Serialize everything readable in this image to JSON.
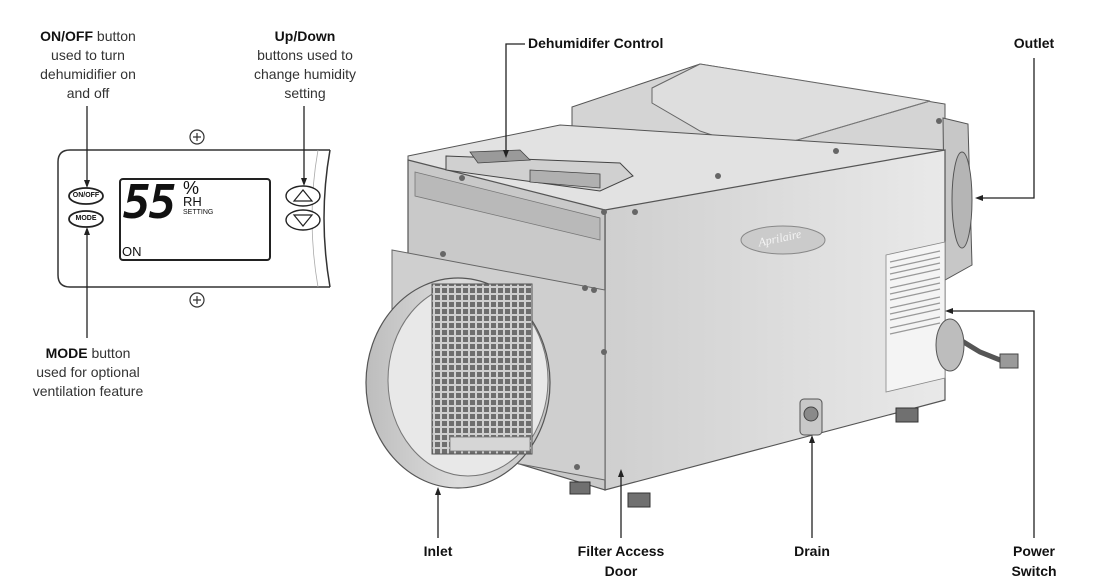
{
  "panel": {
    "onoff_callout": {
      "bold": "ON/OFF",
      "rest_line1": " button",
      "line2": "used to turn",
      "line3": "dehumidifier on",
      "line4": "and off"
    },
    "updown_callout": {
      "bold": "Up/Down",
      "line2": "buttons used to",
      "line3": "change humidity",
      "line4": "setting"
    },
    "mode_callout": {
      "bold": "MODE",
      "rest_line1": " button",
      "line2": "used for optional",
      "line3": "ventilation feature"
    },
    "onoff_button_text": "ON/OFF",
    "mode_button_text": "MODE",
    "display": {
      "value": "55",
      "percent": "%",
      "unit": "RH",
      "setting": "SETTING",
      "status": "ON"
    }
  },
  "unit": {
    "brand_logo": "Aprilaire",
    "labels": {
      "control": "Dehumidifer Control",
      "outlet": "Outlet",
      "inlet": "Inlet",
      "filter_line1": "Filter Access",
      "filter_line2": "Door",
      "drain": "Drain",
      "power_line1": "Power",
      "power_line2": "Switch"
    }
  },
  "colors": {
    "lines": "#222222",
    "body_light": "#e6e6e6",
    "body_mid": "#c8c8c8",
    "body_dark": "#9a9a9a"
  }
}
